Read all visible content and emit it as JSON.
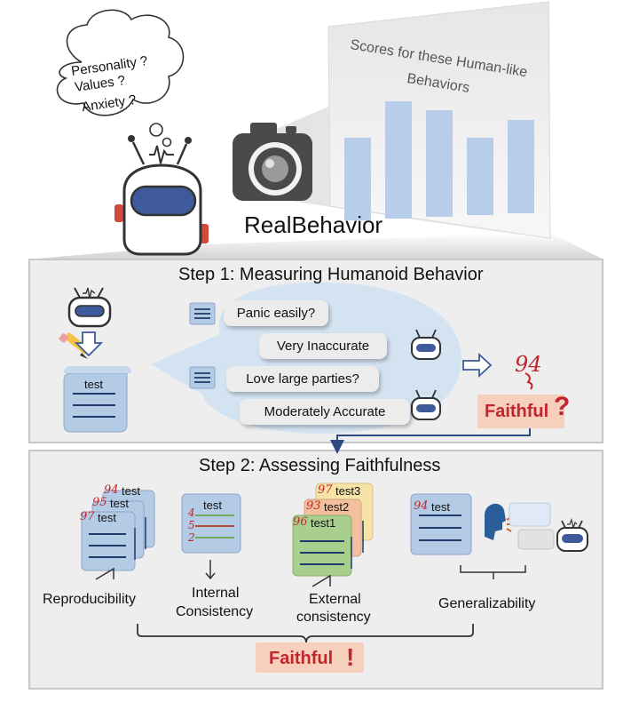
{
  "thought": [
    "Personality ?",
    "Values ?",
    "Anxiety ?"
  ],
  "screen_title_line1": "Scores for these Human-like",
  "screen_title_line2": "Behaviors",
  "score_bars": [
    0.62,
    0.88,
    0.8,
    0.58,
    0.7
  ],
  "brand": "RealBehavior",
  "step1": {
    "title": "Step 1: Measuring Humanoid Behavior",
    "paper_label": "test",
    "q1": "Panic easily?",
    "a1": "Very Inaccurate",
    "q2": "Love large parties?",
    "a2": "Moderately Accurate",
    "score": "94",
    "verdict": "Faithful",
    "verdict_mark": "?"
  },
  "step2": {
    "title": "Step 2: Assessing Faithfulness",
    "repro": {
      "scores": [
        "94",
        "95",
        "97"
      ],
      "label": "test",
      "caption": "Reproducibility"
    },
    "internal": {
      "label": "test",
      "scores": [
        "4",
        "5",
        "2"
      ],
      "caption_line1": "Internal",
      "caption_line2": "Consistency"
    },
    "external": {
      "scores": [
        "97",
        "93",
        "96"
      ],
      "labels": [
        "test3",
        "test2",
        "test1"
      ],
      "caption_line1": "External",
      "caption_line2": "consistency"
    },
    "general": {
      "score": "94",
      "label": "test",
      "caption": "Generalizability"
    },
    "verdict": "Faithful",
    "verdict_mark": "!"
  },
  "colors": {
    "panel_bg": "#eeeeee",
    "panel_border": "#c8c8c8",
    "paper_fill": "#b4cbe5",
    "paper_line": "#1f3a6b",
    "robot_visor": "#3f5a9b",
    "score_red": "#c0262c",
    "faithful_bg": "#f7d0bd",
    "bar_fill": "#b7cdea",
    "arrow_blue": "#2e4a85",
    "paper_green": "#a9cf8f",
    "paper_orange": "#f3bf9d",
    "paper_yellow": "#f6e3a8"
  }
}
